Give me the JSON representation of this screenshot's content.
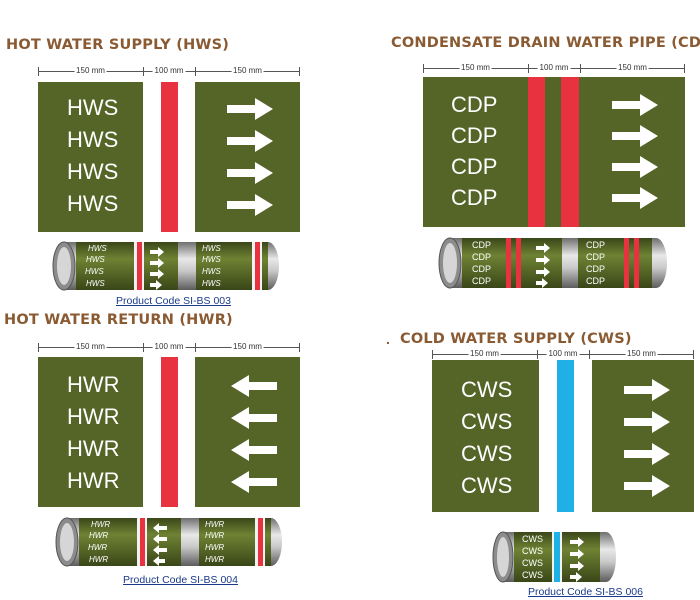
{
  "dimensions": {
    "left": "150 mm",
    "middle": "100 mm",
    "right": "150 mm"
  },
  "colors": {
    "pipe_green": "#556427",
    "band_white": "#ffffff",
    "stripe_red": "#e8323f",
    "stripe_blue": "#1fb1e6",
    "title_brown": "#8a5a32",
    "link_blue": "#1a3a8a"
  },
  "panels": [
    {
      "id": "hws",
      "title": "HOT WATER SUPPLY (HWS)",
      "code": "HWS",
      "codes": [
        "HWS",
        "HWS",
        "HWS",
        "HWS"
      ],
      "arrow_direction": "right",
      "stripe_pattern": "single",
      "stripe_color": "#e8323f",
      "product_code": "Product Code SI-BS 003"
    },
    {
      "id": "cdp",
      "title": "CONDENSATE DRAIN WATER PIPE (CDP)",
      "code": "CDP",
      "codes": [
        "CDP",
        "CDP",
        "CDP",
        "CDP"
      ],
      "arrow_direction": "right",
      "stripe_pattern": "double",
      "stripe_color": "#e8323f",
      "product_code": ""
    },
    {
      "id": "hwr",
      "title": "HOT WATER RETURN (HWR)",
      "code": "HWR",
      "codes": [
        "HWR",
        "HWR",
        "HWR",
        "HWR"
      ],
      "arrow_direction": "left",
      "stripe_pattern": "single",
      "stripe_color": "#e8323f",
      "product_code": "Product Code SI-BS 004"
    },
    {
      "id": "cws",
      "title": "COLD WATER SUPPLY  (CWS)",
      "title_prefix": ".",
      "code": "CWS",
      "codes": [
        "CWS",
        "CWS",
        "CWS",
        "CWS"
      ],
      "arrow_direction": "right",
      "stripe_pattern": "single",
      "stripe_color": "#1fb1e6",
      "product_code": "Product Code SI-BS 006"
    }
  ]
}
